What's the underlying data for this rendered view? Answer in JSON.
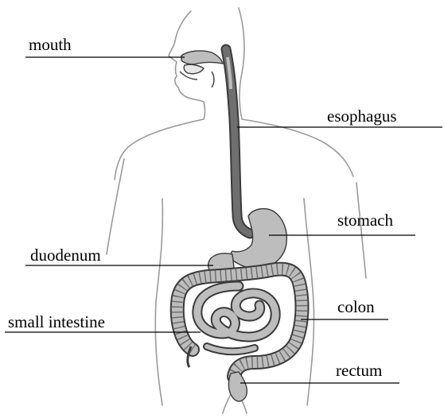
{
  "labels": {
    "mouth": "mouth",
    "esophagus": "esophagus",
    "stomach": "stomach",
    "duodenum": "duodenum",
    "small_intestine": "small intestine",
    "colon": "colon",
    "rectum": "rectum"
  },
  "colors": {
    "outline": "#9a9a9a",
    "organ_fill": "#bdbdbd",
    "organ_dark": "#6f6f6f",
    "organ_stroke": "#3a3a3a",
    "leader_line": "#000000"
  }
}
